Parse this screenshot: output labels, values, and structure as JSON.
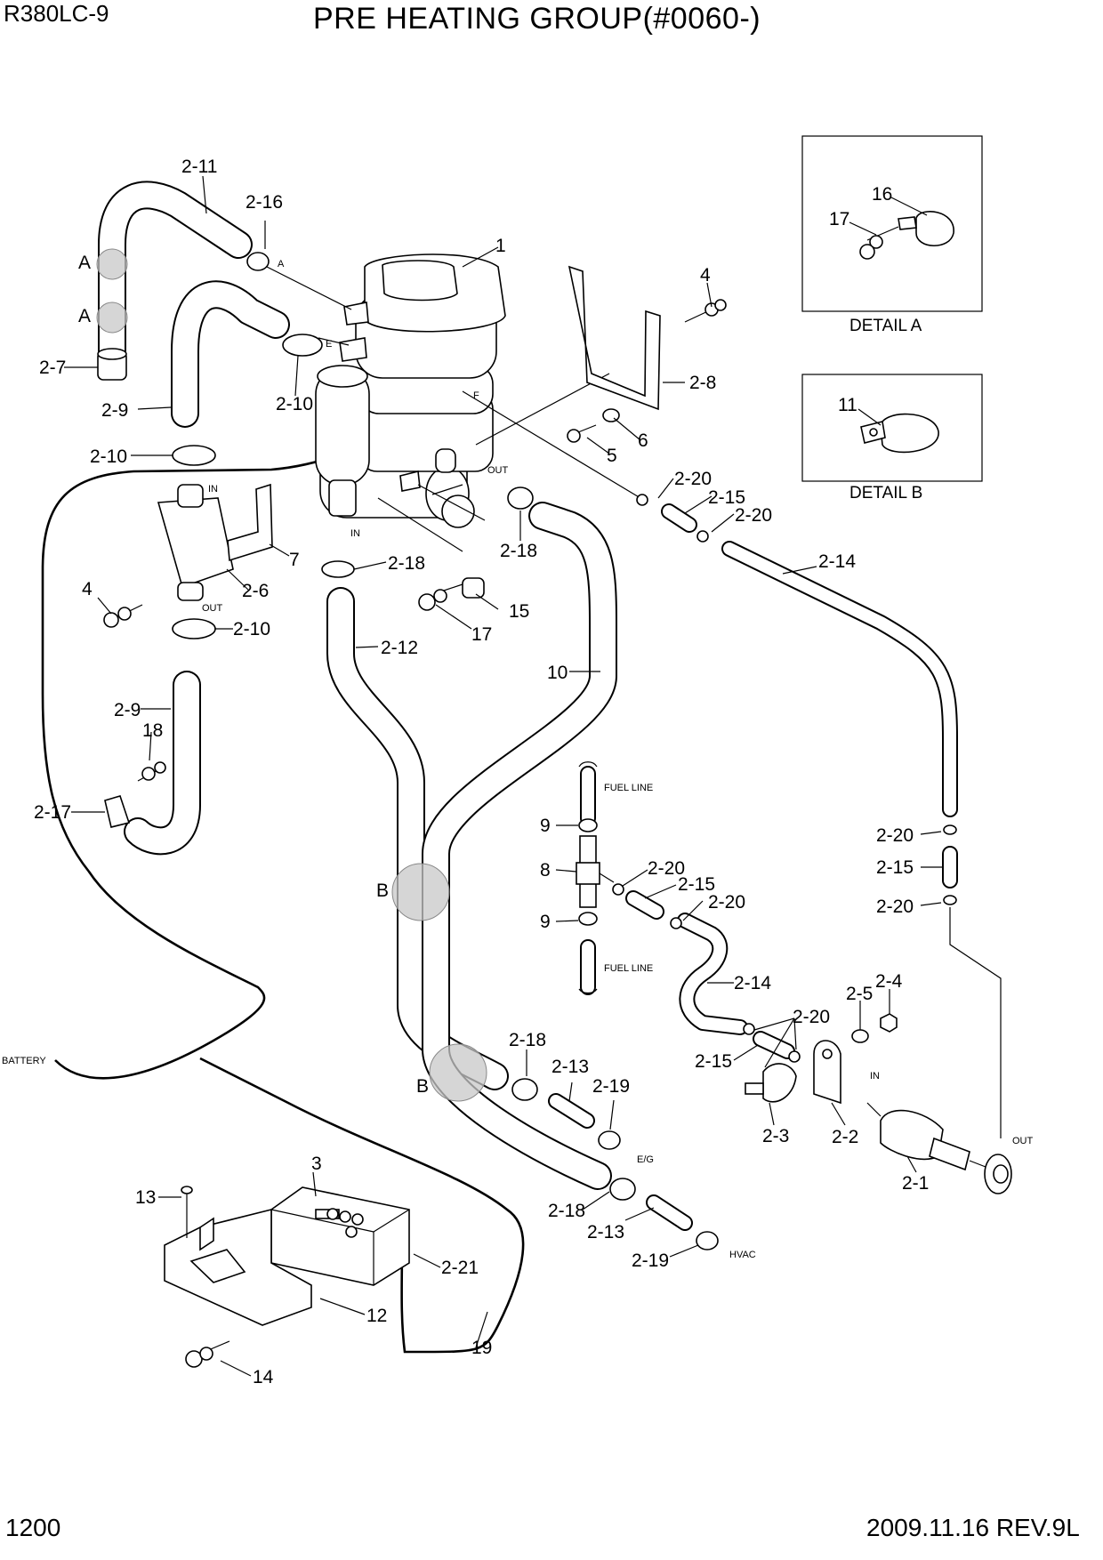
{
  "header": {
    "model": "R380LC-9",
    "title": "PRE HEATING GROUP(#0060-)"
  },
  "footer": {
    "page_number": "1200",
    "revision": "2009.11.16  REV.9L"
  },
  "details": {
    "detail_a": {
      "caption": "DETAIL A",
      "labels": [
        "16",
        "17"
      ]
    },
    "detail_b": {
      "caption": "DETAIL B",
      "labels": [
        "11"
      ]
    }
  },
  "part_labels": {
    "p1": "1",
    "p2_11": "2-11",
    "p2_16": "2-16",
    "p4_top": "4",
    "p2_8": "2-8",
    "p6": "6",
    "p5": "5",
    "p2_7": "2-7",
    "p2_9_top": "2-9",
    "p2_10_a": "2-10",
    "p2_10_b": "2-10",
    "p2_10_c": "2-10",
    "p7": "7",
    "p2_6": "2-6",
    "p4_left": "4",
    "p2_18_a": "2-18",
    "p2_18_b": "2-18",
    "p15": "15",
    "p17": "17",
    "p2_12": "2-12",
    "p10": "10",
    "p2_20_a": "2-20",
    "p2_15_a": "2-15",
    "p2_20_b": "2-20",
    "p2_14_a": "2-14",
    "p2_9_bot": "2-9",
    "p18": "18",
    "p2_17": "2-17",
    "p9_a": "9",
    "p8": "8",
    "p9_b": "9",
    "p2_20_c": "2-20",
    "p2_15_b": "2-15",
    "p2_20_d": "2-20",
    "p2_14_b": "2-14",
    "p2_20_e": "2-20",
    "p2_15_c": "2-15",
    "p2_20_f": "2-20",
    "p2_4": "2-4",
    "p2_5": "2-5",
    "p2_20_g": "2-20",
    "p2_15_d": "2-15",
    "p2_3": "2-3",
    "p2_2": "2-2",
    "p2_1": "2-1",
    "p2_18_c": "2-18",
    "p2_13_a": "2-13",
    "p2_19_a": "2-19",
    "p2_18_d": "2-18",
    "p2_13_b": "2-13",
    "p2_19_b": "2-19",
    "p3": "3",
    "p13": "13",
    "p2_21": "2-21",
    "p12": "12",
    "p19": "19",
    "p14": "14",
    "ref_a1": "A",
    "ref_a2": "A",
    "ref_b1": "B",
    "ref_b2": "B"
  },
  "small_labels": {
    "a": "A",
    "e": "E",
    "f": "F",
    "out_heater": "OUT",
    "in_heater": "IN",
    "in_exh": "IN",
    "out_exh": "OUT",
    "fuel_line_top": "FUEL LINE",
    "fuel_line_bot": "FUEL LINE",
    "in_pump": "IN",
    "out_pump": "OUT",
    "eg": "E/G",
    "hvac": "HVAC",
    "battery": "BATTERY"
  }
}
